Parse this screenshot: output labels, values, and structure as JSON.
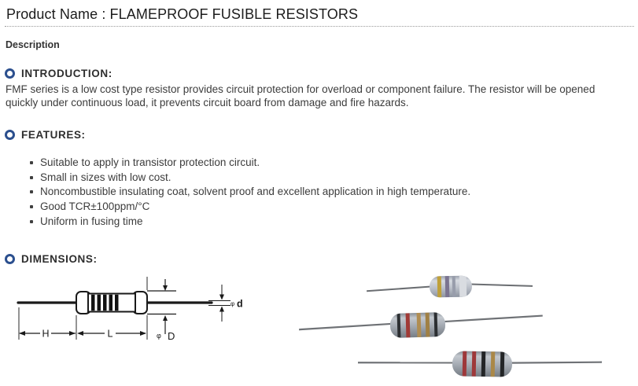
{
  "page": {
    "title": "Product Name : FLAMEPROOF FUSIBLE RESISTORS",
    "description_label": "Description"
  },
  "sections": {
    "introduction": {
      "heading": "INTRODUCTION:",
      "body": "FMF series is a low cost type resistor provides circuit protection for overload or component failure. The resistor will be opened quickly under continuous load, it prevents circuit board from damage and fire hazards."
    },
    "features": {
      "heading": "FEATURES:",
      "items": [
        "Suitable to apply in transistor protection circuit.",
        "Small in sizes with low cost.",
        "Noncombustible insulating coat, solvent proof and excellent application in high temperature.",
        "Good TCR±100ppm/°C",
        "Uniform in fusing time"
      ]
    },
    "dimensions": {
      "heading": "DIMENSIONS:",
      "diagram_labels": {
        "phi": "φ",
        "lead_length": "H",
        "body_length": "L",
        "wire_diameter": "d",
        "body_diameter": "D"
      }
    }
  },
  "colors": {
    "accent_blue": "#2b4f8e"
  }
}
